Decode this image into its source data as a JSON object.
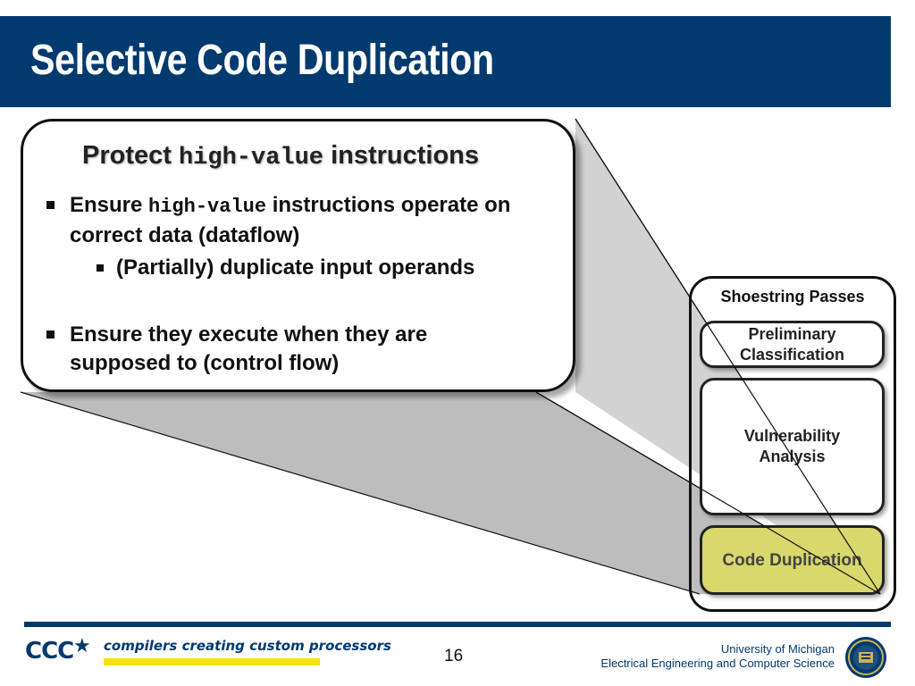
{
  "slide": {
    "title": "Selective Code Duplication"
  },
  "callout": {
    "heading_pre": "Protect ",
    "heading_code": "high-value",
    "heading_post": " instructions",
    "bullet1_pre": "Ensure ",
    "bullet1_code": "high-value",
    "bullet1_post": " instructions operate on correct data (dataflow)",
    "sub_bullet": "(Partially) duplicate input operands",
    "bullet2": "Ensure they execute when they are supposed to (control flow)"
  },
  "passes": {
    "title": "Shoestring Passes",
    "items": [
      {
        "label_line1": "Preliminary",
        "label_line2": "Classification"
      },
      {
        "label_line1": "Vulnerability",
        "label_line2": "Analysis"
      },
      {
        "label_line1": "Code Duplication",
        "label_line2": ""
      }
    ],
    "highlight_color": "#d9d86c"
  },
  "footer": {
    "logo_text": "CCC",
    "tagline": "compilers creating custom processors",
    "page_number": "16",
    "affiliation_line1": "University of Michigan",
    "affiliation_line2": "Electrical Engineering and Computer Science",
    "brand_color": "#003a6f",
    "stripe_color": "#f2e400"
  }
}
